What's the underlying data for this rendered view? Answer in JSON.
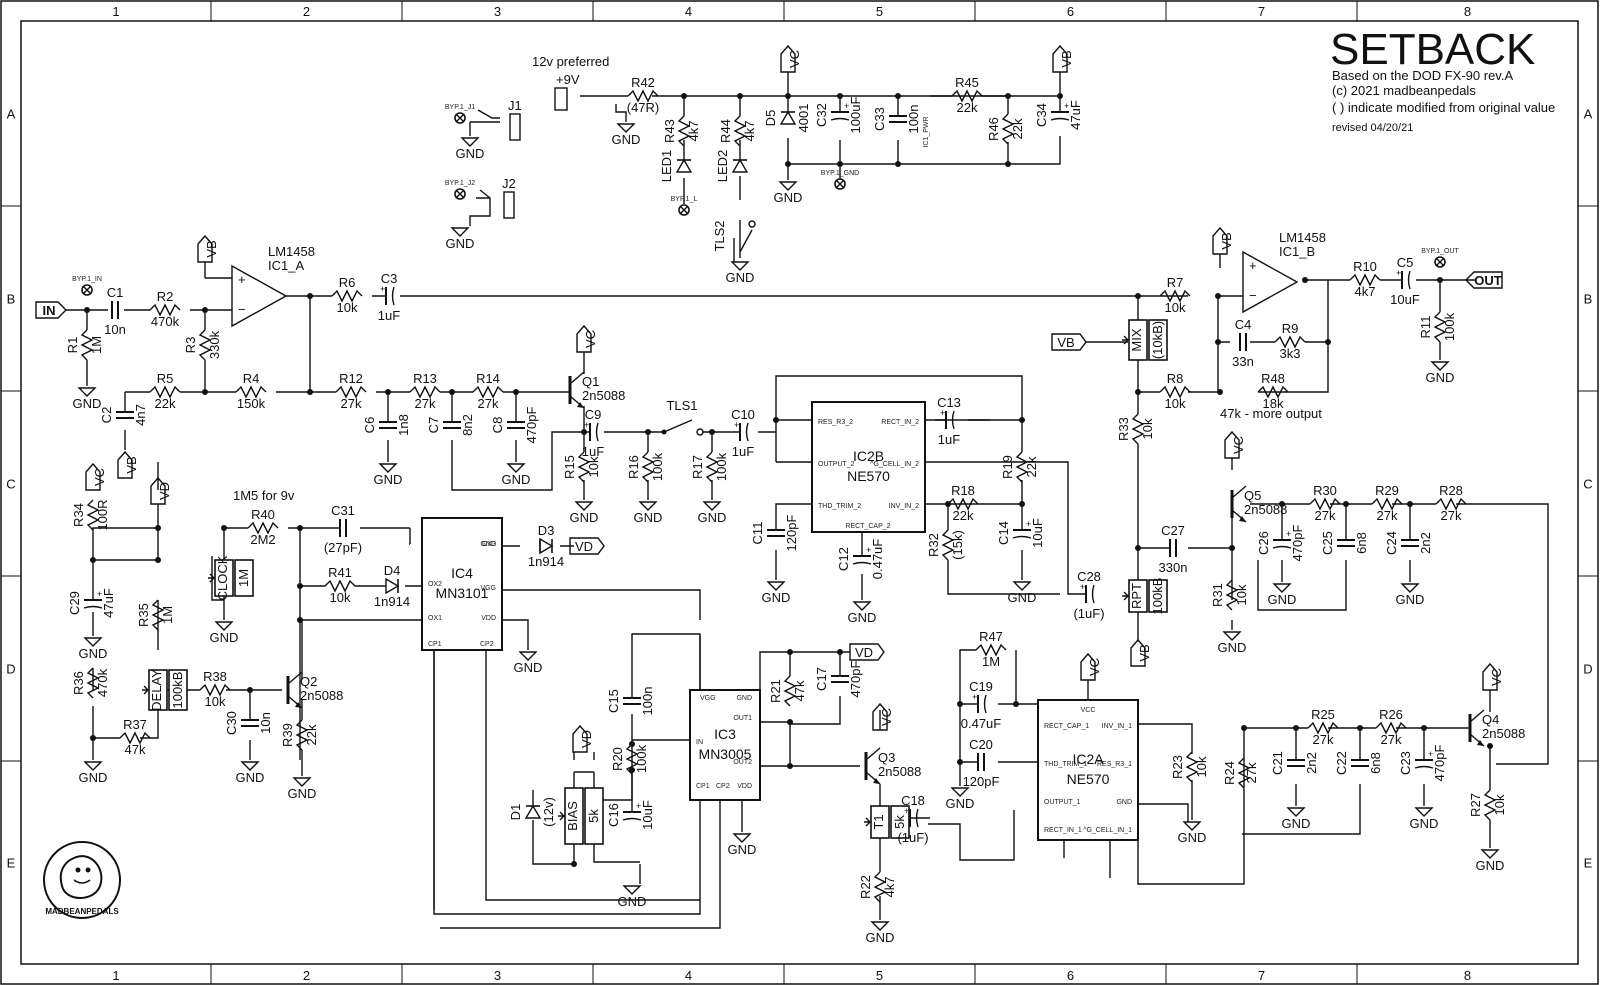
{
  "title": {
    "name": "SETBACK",
    "based_on": "Based on the DOD FX-90 rev.A",
    "copyright": "(c) 2021 madbeanpedals",
    "note": "( ) indicate modified from original value",
    "revised": "revised 04/20/21"
  },
  "frame": {
    "columns": [
      "1",
      "2",
      "3",
      "4",
      "5",
      "6",
      "7",
      "8"
    ],
    "rows": [
      "A",
      "B",
      "C",
      "D",
      "E"
    ]
  },
  "logo_text": "MADBEANPEDALS",
  "notes": {
    "power": "12v preferred",
    "more_output": "47k - more output",
    "r40_note": "1M5 for 9v"
  },
  "power": {
    "label": "+9V",
    "gnd": "GND",
    "vc": "VC",
    "vb": "VB",
    "vd": "VD"
  },
  "io": {
    "in": "IN",
    "out": "OUT"
  },
  "opamps": [
    {
      "model": "LM1458",
      "ref": "IC1_A"
    },
    {
      "model": "LM1458",
      "ref": "IC1_B"
    }
  ],
  "chips": [
    {
      "ref": "IC2B",
      "part": "NE570",
      "pins": [
        "RES_R3_2",
        "OUTPUT_2",
        "THD_TRIM_2",
        "RECT_CAP_2",
        "RECT_IN_2",
        "^G_CELL_IN_2",
        "INV_IN_2"
      ]
    },
    {
      "ref": "IC2A",
      "part": "NE570",
      "pins": [
        "VCC",
        "RECT_CAP_1",
        "THD_TRIM_1",
        "OUTPUT_1",
        "RECT_IN_1",
        "^G_CELL_IN_1",
        "INV_IN_1",
        "RES_R3_1",
        "GND"
      ]
    },
    {
      "ref": "IC4",
      "part": "MN3101",
      "pins": [
        "OX3",
        "OX2",
        "OX1",
        "CP1",
        "CP2",
        "GND",
        "VGG",
        "VDD"
      ]
    },
    {
      "ref": "IC3",
      "part": "MN3005",
      "pins": [
        "VGG",
        "IN",
        "CP1",
        "CP2",
        "GND",
        "OUT1",
        "OUT2",
        "VDD"
      ]
    }
  ],
  "transistors": [
    {
      "ref": "Q1",
      "part": "2n5088"
    },
    {
      "ref": "Q2",
      "part": "2n5088"
    },
    {
      "ref": "Q3",
      "part": "2n5088"
    },
    {
      "ref": "Q4",
      "part": "2n5088"
    },
    {
      "ref": "Q5",
      "part": "2n5088"
    }
  ],
  "resistors": [
    {
      "ref": "R1",
      "value": "1M"
    },
    {
      "ref": "R2",
      "value": "470k"
    },
    {
      "ref": "R3",
      "value": "330k"
    },
    {
      "ref": "R4",
      "value": "150k"
    },
    {
      "ref": "R5",
      "value": "22k"
    },
    {
      "ref": "R6",
      "value": "10k"
    },
    {
      "ref": "R7",
      "value": "10k"
    },
    {
      "ref": "R8",
      "value": "10k"
    },
    {
      "ref": "R9",
      "value": "3k3"
    },
    {
      "ref": "R10",
      "value": "4k7"
    },
    {
      "ref": "R11",
      "value": "100k"
    },
    {
      "ref": "R12",
      "value": "27k"
    },
    {
      "ref": "R13",
      "value": "27k"
    },
    {
      "ref": "R14",
      "value": "27k"
    },
    {
      "ref": "R15",
      "value": "10k"
    },
    {
      "ref": "R16",
      "value": "100k"
    },
    {
      "ref": "R17",
      "value": "100k"
    },
    {
      "ref": "R18",
      "value": "22k"
    },
    {
      "ref": "R19",
      "value": "22k"
    },
    {
      "ref": "R20",
      "value": "100k"
    },
    {
      "ref": "R21",
      "value": "47k"
    },
    {
      "ref": "R22",
      "value": "4k7"
    },
    {
      "ref": "R23",
      "value": "10k"
    },
    {
      "ref": "R24",
      "value": "27k"
    },
    {
      "ref": "R25",
      "value": "27k"
    },
    {
      "ref": "R26",
      "value": "27k"
    },
    {
      "ref": "R27",
      "value": "10k"
    },
    {
      "ref": "R28",
      "value": "27k"
    },
    {
      "ref": "R29",
      "value": "27k"
    },
    {
      "ref": "R30",
      "value": "27k"
    },
    {
      "ref": "R31",
      "value": "10k"
    },
    {
      "ref": "R32",
      "value": "(15k)"
    },
    {
      "ref": "R33",
      "value": "10k"
    },
    {
      "ref": "R34",
      "value": "100R"
    },
    {
      "ref": "R35",
      "value": "1M"
    },
    {
      "ref": "R36",
      "value": "470k"
    },
    {
      "ref": "R37",
      "value": "47k"
    },
    {
      "ref": "R38",
      "value": "10k"
    },
    {
      "ref": "R39",
      "value": "22k"
    },
    {
      "ref": "R40",
      "value": "2M2"
    },
    {
      "ref": "R41",
      "value": "10k"
    },
    {
      "ref": "R42",
      "value": "(47R)"
    },
    {
      "ref": "R43",
      "value": "4k7"
    },
    {
      "ref": "R44",
      "value": "4k7"
    },
    {
      "ref": "R45",
      "value": "22k"
    },
    {
      "ref": "R46",
      "value": "22k"
    },
    {
      "ref": "R47",
      "value": "1M"
    },
    {
      "ref": "R48",
      "value": "18k"
    }
  ],
  "capacitors": [
    {
      "ref": "C1",
      "value": "10n"
    },
    {
      "ref": "C2",
      "value": "4n7"
    },
    {
      "ref": "C3",
      "value": "1uF"
    },
    {
      "ref": "C4",
      "value": "33n"
    },
    {
      "ref": "C5",
      "value": "10uF"
    },
    {
      "ref": "C6",
      "value": "1n8"
    },
    {
      "ref": "C7",
      "value": "8n2"
    },
    {
      "ref": "C8",
      "value": "470pF"
    },
    {
      "ref": "C9",
      "value": "1uF"
    },
    {
      "ref": "C10",
      "value": "1uF"
    },
    {
      "ref": "C11",
      "value": "120pF"
    },
    {
      "ref": "C12",
      "value": "0.47uF"
    },
    {
      "ref": "C13",
      "value": "1uF"
    },
    {
      "ref": "C14",
      "value": "10uF"
    },
    {
      "ref": "C15",
      "value": "100n"
    },
    {
      "ref": "C16",
      "value": "10uF"
    },
    {
      "ref": "C17",
      "value": "470pF"
    },
    {
      "ref": "C18",
      "value": "(1uF)"
    },
    {
      "ref": "C19",
      "value": "0.47uF"
    },
    {
      "ref": "C20",
      "value": "120pF"
    },
    {
      "ref": "C21",
      "value": "2n2"
    },
    {
      "ref": "C22",
      "value": "6n8"
    },
    {
      "ref": "C23",
      "value": "470pF"
    },
    {
      "ref": "C24",
      "value": "2n2"
    },
    {
      "ref": "C25",
      "value": "6n8"
    },
    {
      "ref": "C26",
      "value": "470pF"
    },
    {
      "ref": "C27",
      "value": "330n"
    },
    {
      "ref": "C28",
      "value": "(1uF)"
    },
    {
      "ref": "C29",
      "value": "47uF"
    },
    {
      "ref": "C30",
      "value": "10n"
    },
    {
      "ref": "C31",
      "value": "(27pF)"
    },
    {
      "ref": "C32",
      "value": "100uF"
    },
    {
      "ref": "C33",
      "value": "100n"
    },
    {
      "ref": "C34",
      "value": "47uF"
    }
  ],
  "diodes": [
    {
      "ref": "D1",
      "value": "(12v)"
    },
    {
      "ref": "D3",
      "value": "1n914"
    },
    {
      "ref": "D4",
      "value": "1n914"
    },
    {
      "ref": "D5",
      "value": "4001"
    },
    {
      "ref": "LED1",
      "value": ""
    },
    {
      "ref": "LED2",
      "value": ""
    }
  ],
  "pots": [
    {
      "ref": "MIX",
      "value": "(10kB)"
    },
    {
      "ref": "RPT",
      "value": "100kB"
    },
    {
      "ref": "DELAY",
      "value": "100kB"
    },
    {
      "ref": "CLOCK",
      "value": "1M"
    },
    {
      "ref": "BIAS",
      "value": "5k"
    },
    {
      "ref": "T1",
      "value": "5k"
    }
  ],
  "switches": [
    {
      "ref": "TLS1"
    },
    {
      "ref": "TLS2"
    }
  ],
  "jacks": [
    {
      "ref": "J1"
    },
    {
      "ref": "J2"
    }
  ],
  "byp_labels": [
    "BYP.1_IN",
    "BYP.1_OUT",
    "BYP.1_J1",
    "BYP.1_J2",
    "BYP.1_GND",
    "BYP.1_L",
    "IC1_PWR"
  ]
}
